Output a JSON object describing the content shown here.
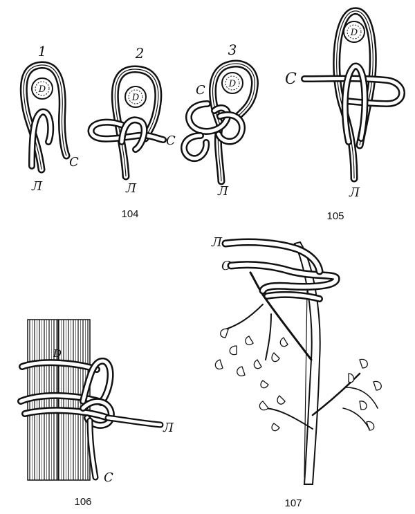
{
  "figures": {
    "fig104": {
      "caption": "104",
      "steps": [
        {
          "number": "1",
          "end_a": "Л",
          "end_b": "С",
          "block": "D"
        },
        {
          "number": "2",
          "end_a": "Л",
          "end_b": "С",
          "block": "D"
        },
        {
          "number": "3",
          "end_a": "Л",
          "end_b": "С",
          "block": "D"
        }
      ]
    },
    "fig105": {
      "caption": "105",
      "end_a": "Л",
      "end_b": "С",
      "block": "D"
    },
    "fig106": {
      "caption": "106",
      "end_a": "Л",
      "end_b": "С",
      "block": "D"
    },
    "fig107": {
      "caption": "107",
      "end_a": "Л",
      "end_b": "С"
    }
  }
}
